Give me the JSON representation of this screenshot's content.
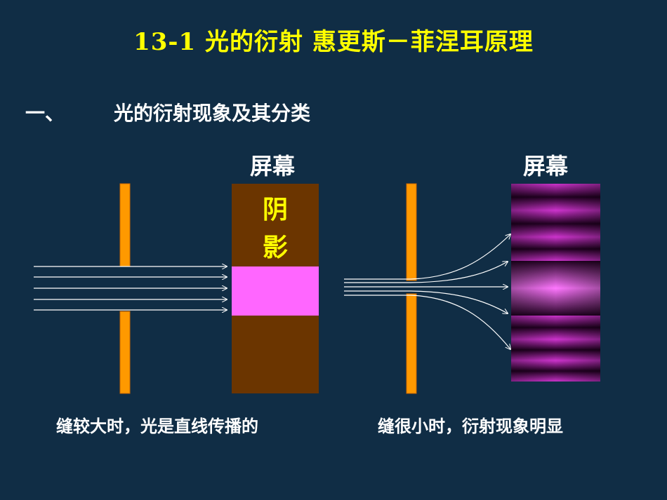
{
  "title": "13-1   光的衍射    惠更斯－菲涅耳原理",
  "section": {
    "number": "一、",
    "heading": "光的衍射现象及其分类"
  },
  "left_panel": {
    "screen_label": "屏幕",
    "shadow_label_line1": "阴",
    "shadow_label_line2": "影",
    "caption": "缝较大时，光是直线传播的"
  },
  "right_panel": {
    "screen_label": "屏幕",
    "caption": "缝很小时，衍射现象明显"
  },
  "colors": {
    "background": "#102d45",
    "title": "#ffff00",
    "slit": "#ff9900",
    "screen_brown": "#6b3500",
    "bright_band": "#ff66ff",
    "fringe": "#cc33cc"
  }
}
